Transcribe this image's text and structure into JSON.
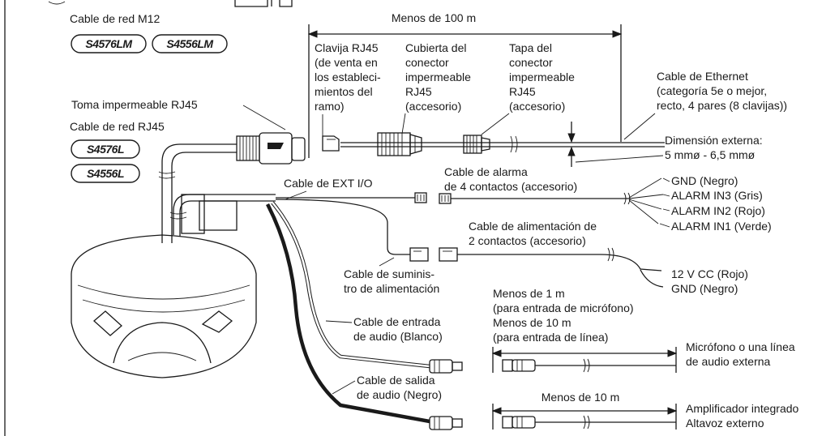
{
  "labels": {
    "m12_cable": "Cable de red M12",
    "less_100m": "Menos de 100 m",
    "rj45_plug": [
      "Clavija RJ45",
      "(de venta en",
      "los estableci-",
      "mientos del",
      "ramo)"
    ],
    "cover": [
      "Cubierta del",
      "conector",
      "impermeable",
      "RJ45",
      "(accesorio)"
    ],
    "cap": [
      "Tapa del",
      "conector",
      "impermeable",
      "RJ45",
      "(accesorio)"
    ],
    "ethernet": [
      "Cable de Ethernet",
      "(categoría 5e o mejor,",
      "recto, 4 pares (8 clavijas))"
    ],
    "rj45_socket": "Toma impermeable RJ45",
    "rj45_cable": "Cable de red RJ45",
    "dimension": [
      "Dimensión externa:",
      "5 mmø - 6,5 mmø"
    ],
    "ext_io": "Cable de EXT I/O",
    "alarm_cable": [
      "Cable de alarma",
      "de 4 contactos (accesorio)"
    ],
    "alarm_wires": [
      "GND (Negro)",
      "ALARM IN3 (Gris)",
      "ALARM IN2 (Rojo)",
      "ALARM IN1 (Verde)"
    ],
    "power_cable_acc": [
      "Cable de alimentación de",
      "2 contactos (accesorio)"
    ],
    "power_supply": [
      "Cable de suminis-",
      "tro de alimentación"
    ],
    "power_wires": [
      "12 V CC (Rojo)",
      "GND (Negro)"
    ],
    "mic_length": [
      "Menos de 1 m",
      "(para entrada de micrófono)",
      "Menos de 10 m",
      "(para entrada de línea)"
    ],
    "audio_in": [
      "Cable de entrada",
      "de audio (Blanco)"
    ],
    "mic_target": [
      "Micrófono o una línea",
      "de audio externa"
    ],
    "audio_out": [
      "Cable de salida",
      "de audio (Negro)"
    ],
    "less_10m": "Menos de 10 m",
    "amp_target": [
      "Amplificador integrado",
      "Altavoz externo"
    ]
  },
  "badges": {
    "m12": [
      "S4576LM",
      "S4556LM"
    ],
    "rj45": [
      "S4576L",
      "S4556L"
    ]
  }
}
